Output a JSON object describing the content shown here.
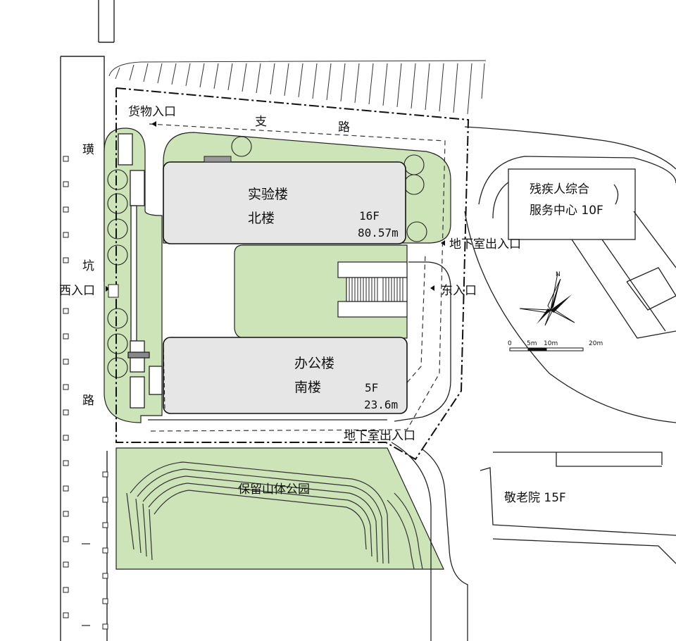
{
  "labels": {
    "branch_road_zhi": "支",
    "branch_road_lu": "路",
    "cargo_entrance": "货物入口",
    "west_road_1": "璜",
    "west_road_2": "坑",
    "west_road_3": "路",
    "west_entrance": "西入口",
    "east_entrance": "东入口",
    "basement_exit_upper": "地下室出入口",
    "basement_exit_lower": "地下室出入口",
    "park": "保留山体公园",
    "nursing_home": "敬老院 15F",
    "disabled_center_line1": "残疾人综合",
    "disabled_center_line2": "服务中心 10F"
  },
  "north_building": {
    "name": "实验楼",
    "sub": "北楼",
    "floors": "16F",
    "height": "80.57m"
  },
  "south_building": {
    "name": "办公楼",
    "sub": "南楼",
    "floors": "5F",
    "height": "23.6m"
  },
  "scale_bar": {
    "ticks": [
      "0",
      "5m",
      "10m",
      "20m"
    ]
  },
  "north_arrow": {
    "label": "N"
  },
  "colors": {
    "green": "#cde3b8",
    "building": "#e6e6e6",
    "line": "#1a1a1a"
  }
}
